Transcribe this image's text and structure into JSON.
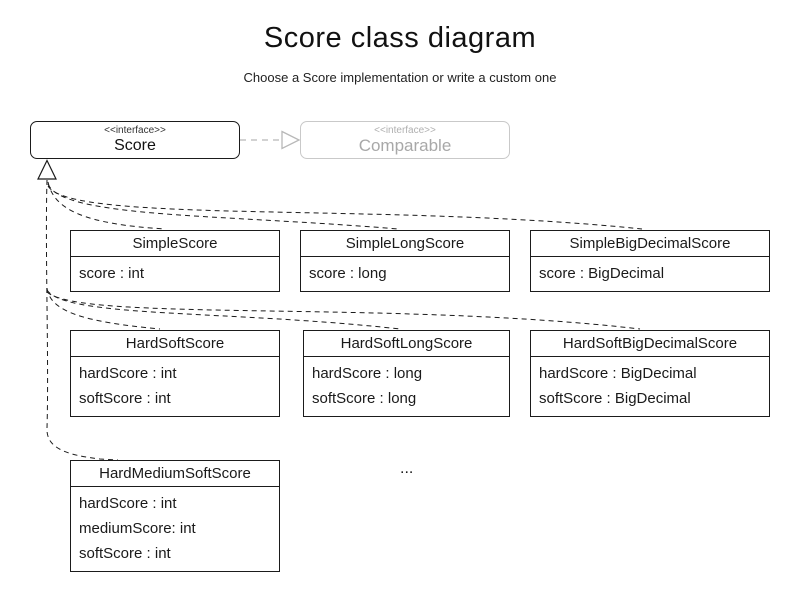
{
  "title": "Score class diagram",
  "subtitle": "Choose a Score implementation or write a custom one",
  "ellipsis": "...",
  "interfaces": {
    "score": {
      "stereotype": "<<interface>>",
      "name": "Score"
    },
    "comparable": {
      "stereotype": "<<interface>>",
      "name": "Comparable"
    }
  },
  "classes": [
    {
      "name": "SimpleScore",
      "attributes": [
        "score : int"
      ]
    },
    {
      "name": "SimpleLongScore",
      "attributes": [
        "score : long"
      ]
    },
    {
      "name": "SimpleBigDecimalScore",
      "attributes": [
        "score : BigDecimal"
      ]
    },
    {
      "name": "HardSoftScore",
      "attributes": [
        "hardScore : int",
        "softScore : int"
      ]
    },
    {
      "name": "HardSoftLongScore",
      "attributes": [
        "hardScore : long",
        "softScore : long"
      ]
    },
    {
      "name": "HardSoftBigDecimalScore",
      "attributes": [
        "hardScore : BigDecimal",
        "softScore : BigDecimal"
      ]
    },
    {
      "name": "HardMediumSoftScore",
      "attributes": [
        "hardScore : int",
        "mediumScore: int",
        "softScore : int"
      ]
    }
  ],
  "colors": {
    "line": "#1b1b1b",
    "muted_text": "#a8a8a8",
    "muted_line": "#b8b8b8",
    "background": "#ffffff"
  }
}
